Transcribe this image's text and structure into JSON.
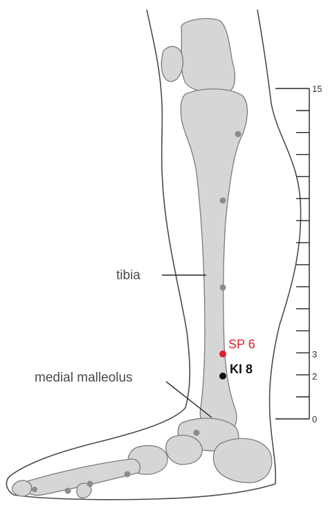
{
  "labels": {
    "tibia": "tibia",
    "medial_malleolus": "medial malleolus",
    "sp6": "SP 6",
    "ki8": "KI 8"
  },
  "scale": {
    "ticks": [
      "15",
      "3",
      "2",
      "0"
    ]
  },
  "colors": {
    "sp6": "#e0202a",
    "ki8": "#111111",
    "bone": "#d6d6d6"
  }
}
